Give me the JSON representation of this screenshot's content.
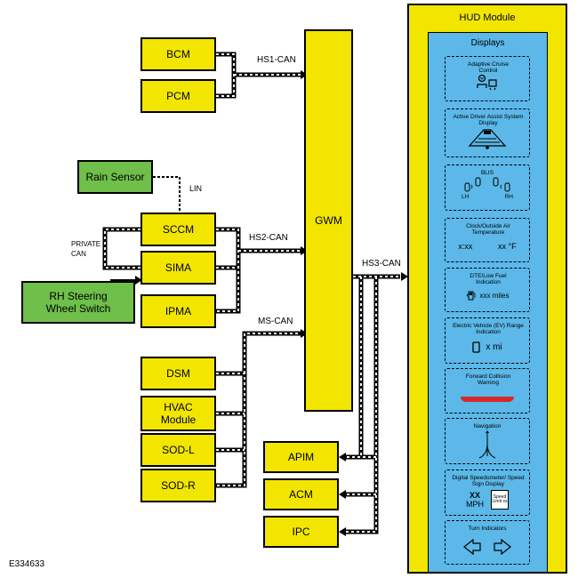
{
  "ecus": {
    "bcm": "BCM",
    "pcm": "PCM",
    "rain_sensor": "Rain Sensor",
    "sccm": "SCCM",
    "sima": "SIMA",
    "ipma": "IPMA",
    "rh_steering": "RH Steering Wheel Switch",
    "dsm": "DSM",
    "hvac": "HVAC Module",
    "sod_l": "SOD-L",
    "sod_r": "SOD-R",
    "gwm": "GWM",
    "apim": "APIM",
    "acm": "ACM",
    "ipc": "IPC"
  },
  "buses": {
    "hs1": "HS1-CAN",
    "hs2": "HS2-CAN",
    "hs3": "HS3-CAN",
    "ms": "MS-CAN",
    "lin": "LIN",
    "private": "PRIVATE CAN"
  },
  "hud": {
    "title": "HUD Module",
    "displays_title": "Displays",
    "panels": {
      "acc": "Adaptive Cruise Control",
      "ada": "Active Driver Assist System Display",
      "blis": "BLIS",
      "blis_lh": "LH",
      "blis_rh": "RH",
      "clock": "Clock/Outside Air Temperature",
      "clock_time": "x:xx",
      "clock_temp": "xx °F",
      "dte": "DTE/Low Fuel Indication",
      "dte_val": "xxx miles",
      "ev": "Electric Vehicle (EV) Range Indication",
      "ev_val": "x mi",
      "fcw": "Forward Collision Warning",
      "nav": "Navigation",
      "speed": "Digital Speedometer/ Speed Sign Display",
      "speed_val": "XX",
      "speed_unit": "MPH",
      "speed_limit": "Speed Limit xx",
      "turn": "Turn Indicators"
    }
  },
  "figure_id": "E334633",
  "colors": {
    "ecu": "#f2e600",
    "sensor": "#6fbf4a",
    "display": "#5bb8e8",
    "fcw_bar": "#d62a2a"
  }
}
